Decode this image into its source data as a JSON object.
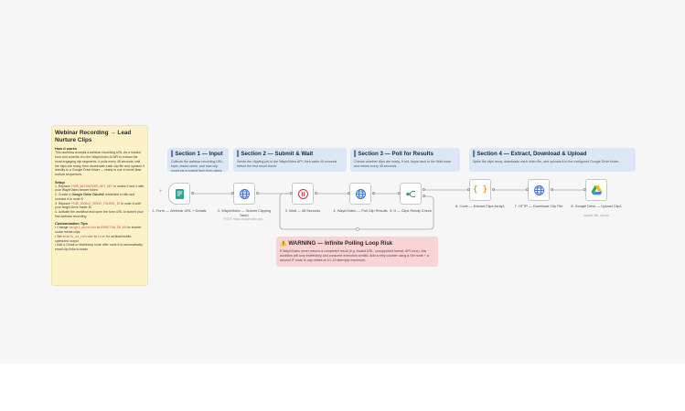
{
  "sticky_main": {
    "title": "Webinar Recording → Lead Nurture Clips",
    "how_heading": "How it works",
    "how_text": "This workflow accepts a webinar recording URL via a hosted form and submits it to the WayinVideo AI API to extract the most engaging clip segments. It polls every 45 seconds until the clips are ready, then downloads each clip file and uploads it directly to a Google Drive folder — ready to use in email lead nurture sequences.",
    "setup_heading": "Setup",
    "setup_steps": [
      {
        "n": "1.",
        "a": "Replace ",
        "code": "YOUR_WAYINVIDEO_API_KEY",
        "b": " in nodes 3 and 4 with your WayinVideo bearer token"
      },
      {
        "n": "2.",
        "a": "Create a ",
        "bold": "Google Drive OAuth2",
        "b": " credential in n8n and connect it to node 8"
      },
      {
        "n": "3.",
        "a": "Replace ",
        "code": "YOUR_GOOGLE_DRIVE_FOLDER_ID",
        "b": " in node 8 with your target Drive folder ID"
      },
      {
        "n": "4.",
        "a": "Activate the workflow and open the form URL to submit your first webinar recording",
        "b": ""
      }
    ],
    "custom_heading": "Customization Tips",
    "custom_tips": [
      {
        "a": "Change ",
        "code": "target_duration",
        "mid": " to ",
        "code2": "DURATION_30_60",
        "b": " for shorter social media clips"
      },
      {
        "a": "Set ",
        "code": "enable_ai_reframe",
        "mid": " to ",
        "code2": "true",
        "b": " for vertical/mobile-optimized output"
      },
      {
        "a": "Add a Gmail or Mailchimp node after node 8 to automatically email clip links to leads",
        "b": ""
      }
    ]
  },
  "sections": [
    {
      "title": "Section 1 — Input",
      "desc": "Collects the webinar recording URL, topic, brand name, and max clip count via a hosted form from users."
    },
    {
      "title": "Section 2 — Submit & Wait",
      "desc": "Sends the clipping job to the WayinVideo API, then waits 45 seconds before the first result check."
    },
    {
      "title": "Section 3 — Poll for Results",
      "desc": "Checks whether clips are ready. If not, loops back to the Wait node and retries every 45 seconds."
    },
    {
      "title": "Section 4 — Extract, Download & Upload",
      "desc": "Splits the clips array, downloads each video file, and uploads it to the configured Google Drive folder."
    }
  ],
  "warning": {
    "title": "⚠️ WARNING — Infinite Polling Loop Risk",
    "text": "If WayinVideo never returns a completed result (e.g. invalid URL, unsupported format, API error), this workflow will loop indefinitely and consume execution credits. Add a retry counter using a Set node + a second IF node to cap retries at 10–15 attempts maximum."
  },
  "nodes": [
    {
      "label": "1. Form — Webinar URL + Details",
      "sub": "",
      "icon": "form-icon"
    },
    {
      "label": "2. WayinVideo — Submit Clipping Task1",
      "sub": "POST: https://wayinvideo-api...",
      "icon": "globe-icon"
    },
    {
      "label": "3. Wait — 45 Seconds",
      "sub": "",
      "icon": "pause-icon"
    },
    {
      "label": "4. WayinVideo — Poll Clip Results",
      "sub": "",
      "icon": "globe-icon"
    },
    {
      "label": "5. If — Clips Ready Check",
      "sub": "",
      "icon": "branch-icon"
    },
    {
      "label": "6. Code — Extract Clips Array1",
      "sub": "",
      "icon": "code-braces-icon"
    },
    {
      "label": "7. HTTP — Download Clip File",
      "sub": "",
      "icon": "globe-icon"
    },
    {
      "label": "8. Google Drive — Upload Clip1",
      "sub": "upload: file, upload",
      "icon": "google-drive-icon"
    }
  ],
  "colors": {
    "canvas": "#f6f6f6",
    "sticky_yellow": "#fdf2c7",
    "sticky_blue": "#dbe7f6",
    "sticky_red": "#f9d4d6",
    "accent_orange": "#ff6d5a",
    "globe_blue": "#3a6cd8",
    "form_teal": "#29a38e",
    "wait_red": "#c2343d",
    "if_green": "#2e9c6a",
    "code_orange": "#f39c1f"
  }
}
